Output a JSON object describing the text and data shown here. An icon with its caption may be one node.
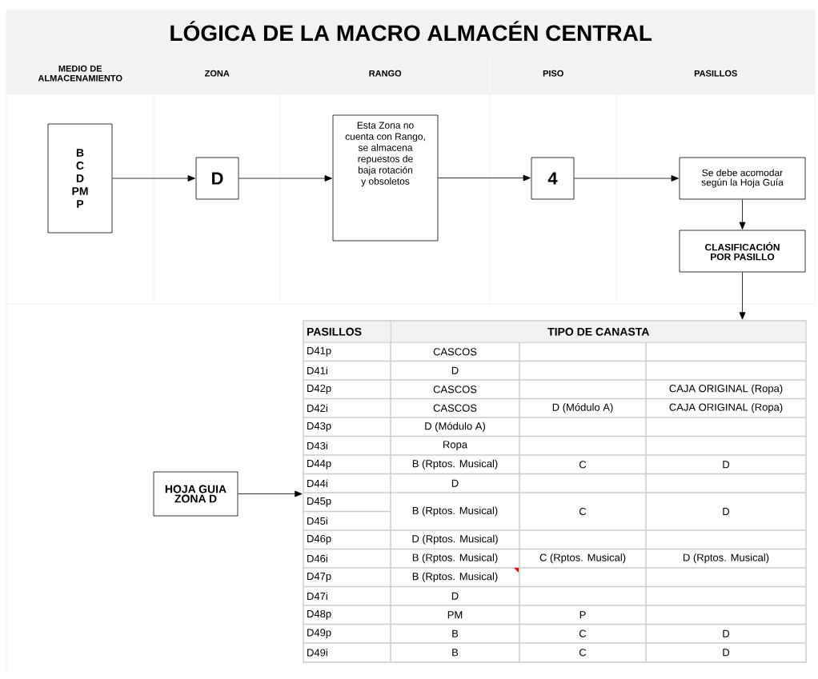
{
  "diagram": {
    "title": "LÓGICA DE LA MACRO ALMACÉN CENTRAL",
    "nodes": [
      {
        "text": [
          "B C D PM P"
        ]
      },
      {
        "text": [
          "D"
        ]
      },
      {
        "text": [
          "Esta Zona no cuenta con Rango, se almacena repuestos de baja rotación y obsoletos"
        ]
      },
      {
        "text": [
          "4"
        ]
      },
      {
        "text": [
          "Se debe acomodar según la Hoja Guía"
        ]
      },
      {
        "text": [
          "CLASIFICACIÓN POR PASILLO"
        ]
      },
      {
        "text": [],
        "shape": "box"
      },
      {
        "text": [
          "HOJA GUIA ZONA D"
        ]
      }
    ],
    "edges": [
      {
        "from": 0,
        "to": 1,
        "arrow": "to"
      },
      {
        "from": 1,
        "to": 2,
        "arrow": "to"
      },
      {
        "from": 2,
        "to": 3,
        "arrow": "to"
      },
      {
        "from": 3,
        "to": 4,
        "arrow": "to"
      },
      {
        "from": 4,
        "to": 5,
        "arrow": "to"
      },
      {
        "from": 5,
        "to": 6,
        "arrow": "to"
      },
      {
        "from": 7,
        "to": 6,
        "arrow": "to"
      }
    ],
    "labels": [
      "MEDIO DE ALMACENAMIENTO",
      "ZONA",
      "RANGO",
      "PISO",
      "PASILLOS",
      "PASILLOS",
      "TIPO DE CANASTA",
      "D41p",
      "CASCOS",
      "D41i",
      "D",
      "D42p",
      "CASCOS",
      "CAJA ORIGINAL (Ropa)",
      "D42i",
      "CASCOS",
      "D (Módulo A)",
      "CAJA ORIGINAL (Ropa)",
      "D43p",
      "D (Módulo A)",
      "D43i",
      "Ropa",
      "D44p",
      "B (Rptos. Musical)",
      "C",
      "D",
      "D44i",
      "D",
      "D45p",
      "B (Rptos. Musical)",
      "C",
      "D",
      "D45i",
      "D46p",
      "D (Rptos. Musical)",
      "D46i",
      "B (Rptos. Musical)",
      "C (Rptos. Musical)",
      "D (Rptos. Musical)",
      "D47p",
      "B (Rptos. Musical)",
      "D47i",
      "D",
      "D48p",
      "PM",
      "P",
      "D49p",
      "B",
      "C",
      "D",
      "D49i",
      "B",
      "C",
      "D"
    ]
  }
}
